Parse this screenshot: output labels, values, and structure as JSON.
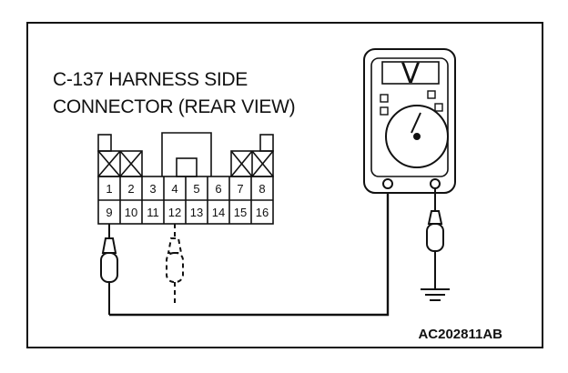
{
  "diagram": {
    "title_line1": "C-137 HARNESS SIDE",
    "title_line2": "CONNECTOR (REAR VIEW)",
    "pins_top": [
      "1",
      "2",
      "3",
      "4",
      "5",
      "6",
      "7",
      "8"
    ],
    "pins_bottom": [
      "9",
      "10",
      "11",
      "12",
      "13",
      "14",
      "15",
      "16"
    ],
    "code": "AC202811AB",
    "meter_display_glyph": "V"
  },
  "colors": {
    "line": "#111111",
    "background": "#ffffff"
  }
}
